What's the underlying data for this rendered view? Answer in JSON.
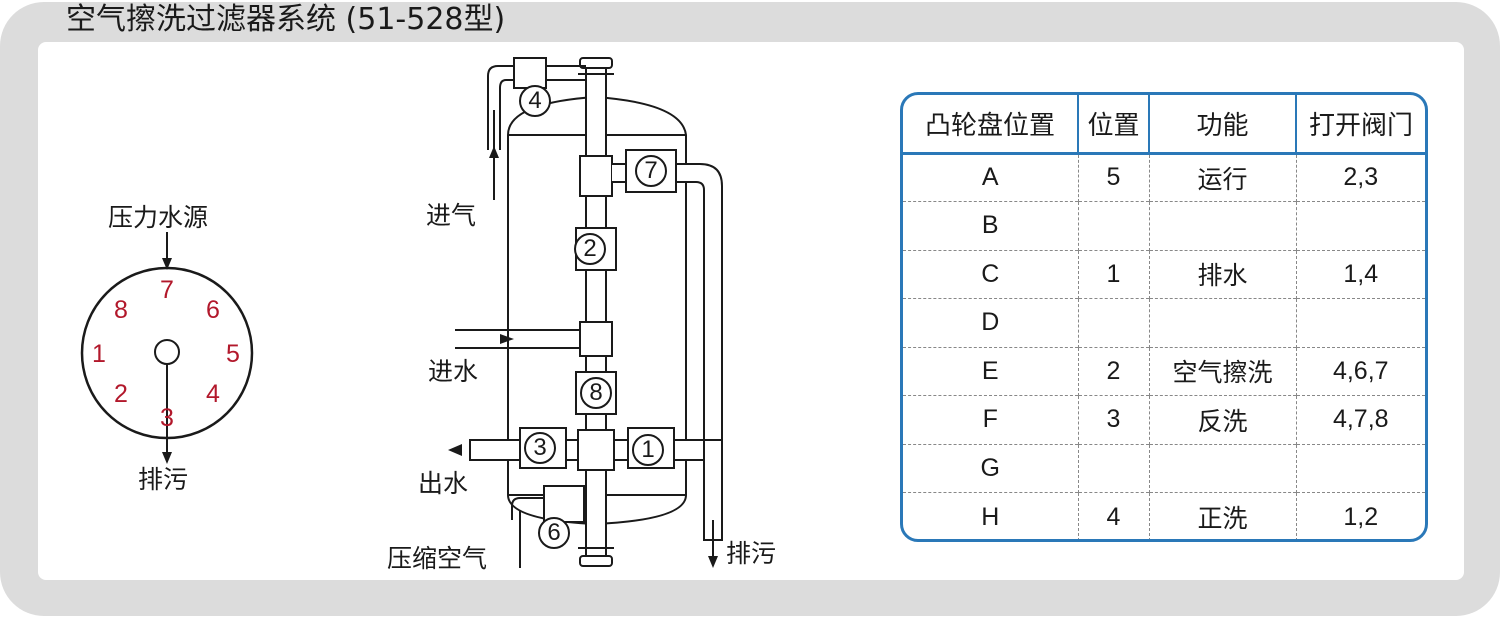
{
  "title": "空气擦洗过滤器系统 (51-528型)",
  "dial": {
    "top_label": "压力水源",
    "bottom_label": "排污",
    "positions": [
      "7",
      "6",
      "5",
      "4",
      "3",
      "2",
      "1",
      "8"
    ],
    "number_color": "#b2182b"
  },
  "diagram": {
    "labels": {
      "air_in": "进气",
      "water_in": "进水",
      "water_out": "出水",
      "compressed_air": "压缩空气",
      "drain": "排污"
    },
    "valves": [
      "4",
      "7",
      "2",
      "8",
      "3",
      "1",
      "6"
    ]
  },
  "table": {
    "border_color": "#2a78b8",
    "headers": [
      "凸轮盘位置",
      "位置",
      "功能",
      "打开阀门"
    ],
    "rows": [
      [
        "A",
        "5",
        "运行",
        "2,3"
      ],
      [
        "B",
        "",
        "",
        ""
      ],
      [
        "C",
        "1",
        "排水",
        "1,4"
      ],
      [
        "D",
        "",
        "",
        ""
      ],
      [
        "E",
        "2",
        "空气擦洗",
        "4,6,7"
      ],
      [
        "F",
        "3",
        "反洗",
        "4,7,8"
      ],
      [
        "G",
        "",
        "",
        ""
      ],
      [
        "H",
        "4",
        "正洗",
        "1,2"
      ]
    ]
  }
}
